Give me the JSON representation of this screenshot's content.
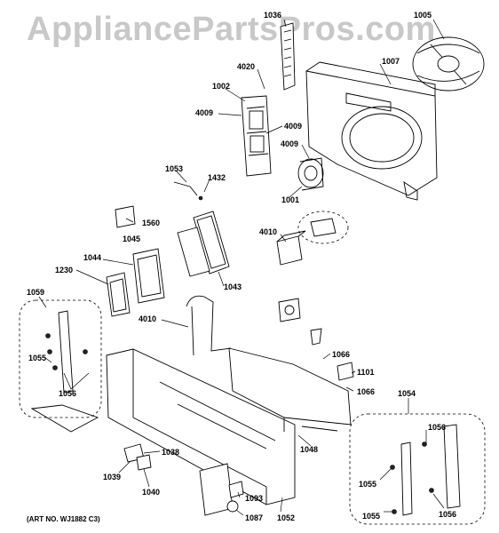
{
  "watermark": "AppliancePartsPros.com",
  "art_number": "(ART NO. WJ1882 C3)",
  "labels": {
    "p1036": "1036",
    "p1005": "1005",
    "p4020": "4020",
    "p1007": "1007",
    "p1002": "1002",
    "p4009a": "4009",
    "p4009b": "4009",
    "p4009c": "4009",
    "p1001": "1001",
    "p1053": "1053",
    "p1432": "1432",
    "p1560": "1560",
    "p1045": "1045",
    "p4010a": "4010",
    "p1044": "1044",
    "p1230": "1230",
    "p1043": "1043",
    "p1059": "1059",
    "p4010b": "4010",
    "p1055a": "1055",
    "p1056a": "1056",
    "p1066a": "1066",
    "p1101": "1101",
    "p1066b": "1066",
    "p1054": "1054",
    "p1038": "1038",
    "p1039": "1039",
    "p1040": "1040",
    "p1048": "1048",
    "p1056b": "1056",
    "p1055b": "1055",
    "p1093": "1093",
    "p1087": "1087",
    "p1052": "1052",
    "p1055c": "1055",
    "p1056c": "1056"
  }
}
